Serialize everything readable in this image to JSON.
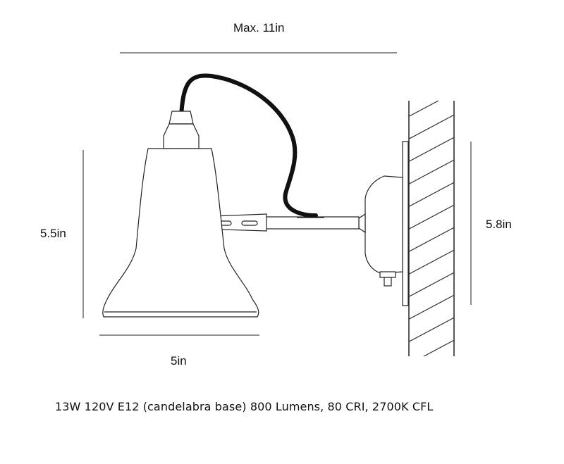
{
  "dimensions": {
    "max_width": "Max. 11in",
    "shade_height": "5.5in",
    "mount_height": "5.8in",
    "shade_width": "5in"
  },
  "spec": "13W 120V E12 (candelabra base) 800 Lumens, 80 CRI, 2700K CFL"
}
